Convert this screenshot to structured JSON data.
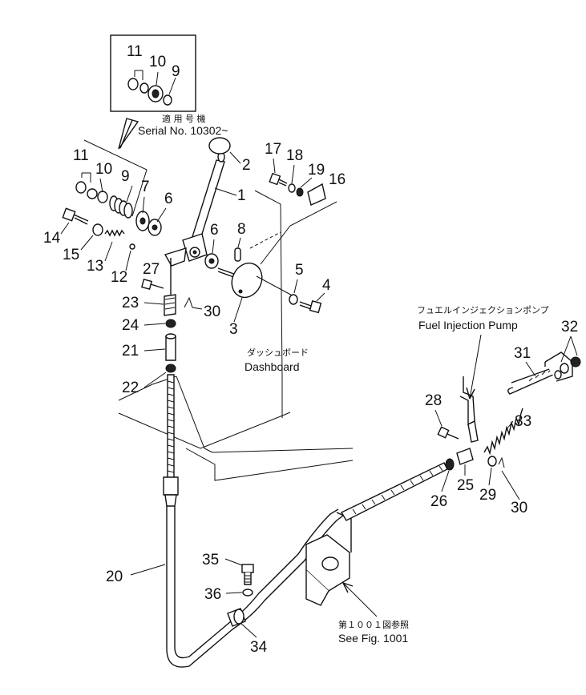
{
  "inset": {
    "serial_ja": "適 用 号 機",
    "serial_en": "Serial No. 10302~"
  },
  "callouts": {
    "fuel_pump_ja": "フュエルインジェクションポンプ",
    "fuel_pump_en": "Fuel Injection Pump",
    "dashboard_ja": "ダッシュボード",
    "dashboard_en": "Dashboard",
    "see_fig_ja": "第１００１図参照",
    "see_fig_en": "See Fig. 1001"
  },
  "part_numbers": {
    "inset_11": "11",
    "inset_10": "10",
    "inset_9": "9",
    "p1": "1",
    "p2": "2",
    "p3": "3",
    "p4": "4",
    "p5": "5",
    "p6a": "6",
    "p6b": "6",
    "p7": "7",
    "p8": "8",
    "p9": "9",
    "p10": "10",
    "p11": "11",
    "p12": "12",
    "p13": "13",
    "p14": "14",
    "p15": "15",
    "p16": "16",
    "p17": "17",
    "p18": "18",
    "p19": "19",
    "p20": "20",
    "p21": "21",
    "p22": "22",
    "p23": "23",
    "p24": "24",
    "p25": "25",
    "p26": "26",
    "p27": "27",
    "p28": "28",
    "p29": "29",
    "p30a": "30",
    "p30b": "30",
    "p31": "31",
    "p32": "32",
    "p33": "33",
    "p34": "34",
    "p35": "35",
    "p36": "36"
  }
}
